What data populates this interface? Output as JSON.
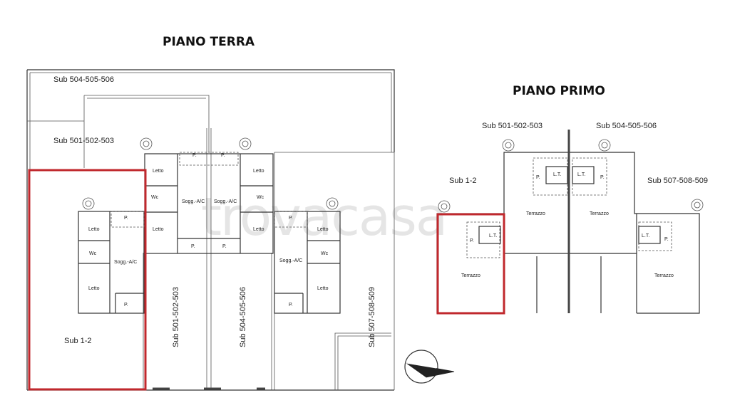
{
  "titles": {
    "ground_floor": "PIANO TERRA",
    "first_floor": "PIANO PRIMO"
  },
  "ground_floor": {
    "sub_labels": {
      "top_left_1": "Sub 504-505-506",
      "top_left_2": "Sub 501-502-503",
      "highlighted": "Sub 1-2",
      "vertical_1": "Sub 501-502-503",
      "vertical_2": "Sub 504-505-506",
      "vertical_3": "Sub 507-508-509"
    },
    "rooms": {
      "letto": "Letto",
      "wc": "Wc",
      "soggiorno": "Sogg.-A/C",
      "portico": "P."
    }
  },
  "first_floor": {
    "sub_labels": {
      "left": "Sub 1-2",
      "top_1": "Sub 501-502-503",
      "top_2": "Sub 504-505-506",
      "right": "Sub 507-508-509"
    },
    "rooms": {
      "terrazzo": "Terrazzo",
      "lavanderia": "L.T.",
      "portico": "P."
    }
  },
  "watermark": "trovacasa",
  "colors": {
    "highlight": "#c0282d",
    "walls": "#333333",
    "background": "#ffffff"
  }
}
